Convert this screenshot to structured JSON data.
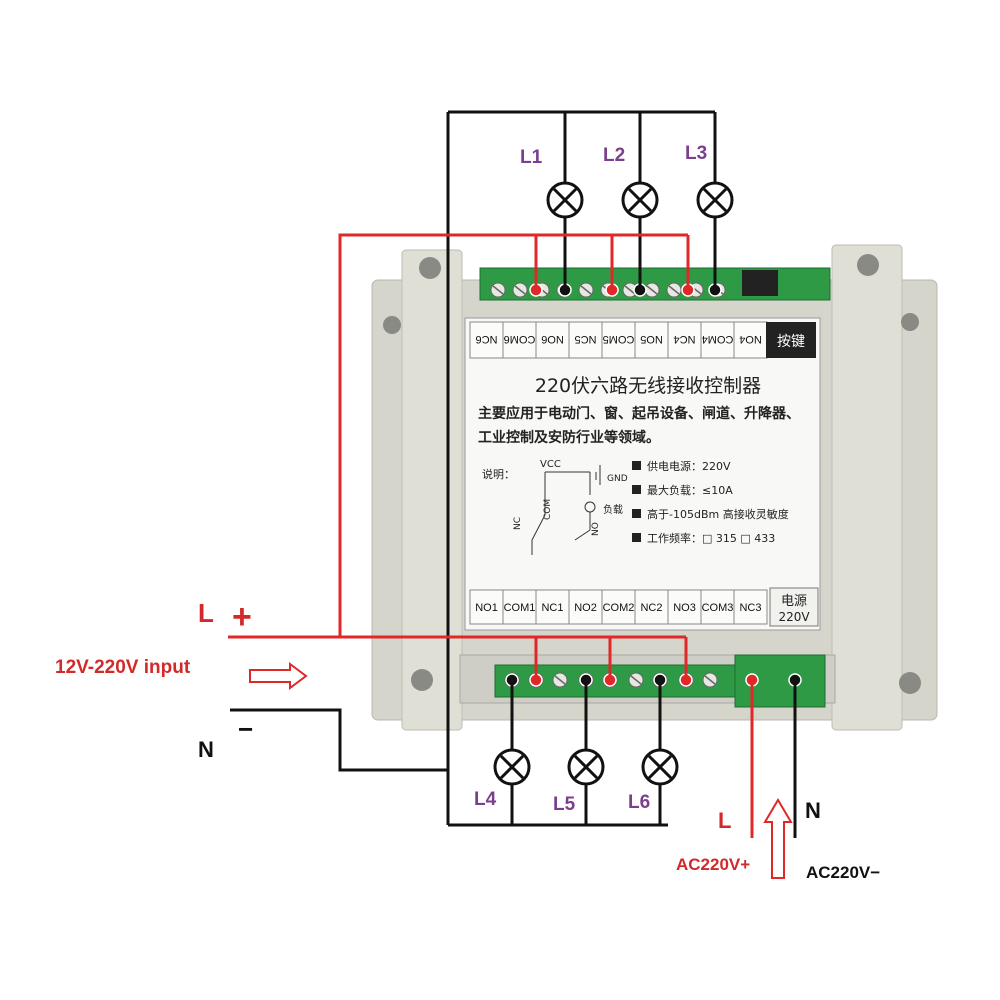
{
  "labels": {
    "lamps_top": [
      "L1",
      "L2",
      "L3"
    ],
    "lamps_bottom": [
      "L4",
      "L5",
      "L6"
    ],
    "input_L": "L",
    "input_plus": "+",
    "input_text": "12V-220V input",
    "input_N": "N",
    "input_minus": "−",
    "ac_L": "L",
    "ac_N": "N",
    "ac_plus": "AC220V+",
    "ac_minus": "AC220V−"
  },
  "panel": {
    "top_terminals": [
      "NC6",
      "COM6",
      "NO6",
      "NC5",
      "COM5",
      "NO5",
      "NC4",
      "COM4",
      "NO4"
    ],
    "brand": "按键",
    "title": "220伏六路无线接收控制器",
    "desc_line1": "主要应用于电动门、窗、起吊设备、闸道、升降器、",
    "desc_line2": "工业控制及安防行业等领域。",
    "note_label": "说明：",
    "vcc": "VCC",
    "gnd": "GND",
    "load": "负载",
    "nc": "NC",
    "com": "COM",
    "no": "NO",
    "specs": [
      "供电电源：220V",
      "最大负载：≤10A",
      "高于-105dBm 高接收灵敏度",
      "工作频率：□ 315 □ 433"
    ],
    "bottom_terminals": [
      "NO1",
      "COM1",
      "NC1",
      "NO2",
      "COM2",
      "NC2",
      "NO3",
      "COM3",
      "NC3"
    ],
    "power_label": "电源",
    "power_value": "220V"
  },
  "colors": {
    "wire_red": "#e02828",
    "wire_black": "#111111",
    "housing": "#d9d8cf",
    "terminal_green": "#2f9a45",
    "label_purple": "#7b3f8e",
    "label_red": "#d22a2a"
  }
}
